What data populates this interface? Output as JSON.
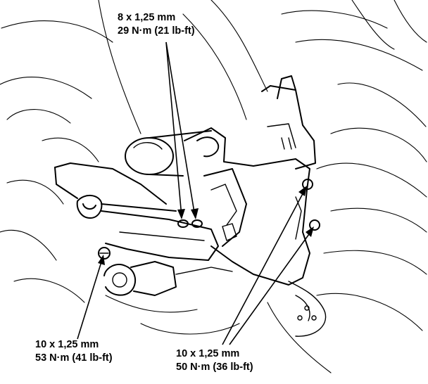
{
  "callouts": {
    "top": {
      "size": "8 x 1,25 mm",
      "torque": "29 N·m (21 lb-ft)"
    },
    "bottom_left": {
      "size": "10 x 1,25 mm",
      "torque": "53 N·m (41 lb-ft)"
    },
    "bottom_right": {
      "size": "10 x 1,25 mm",
      "torque": "50 N·m (36 lb-ft)"
    }
  }
}
